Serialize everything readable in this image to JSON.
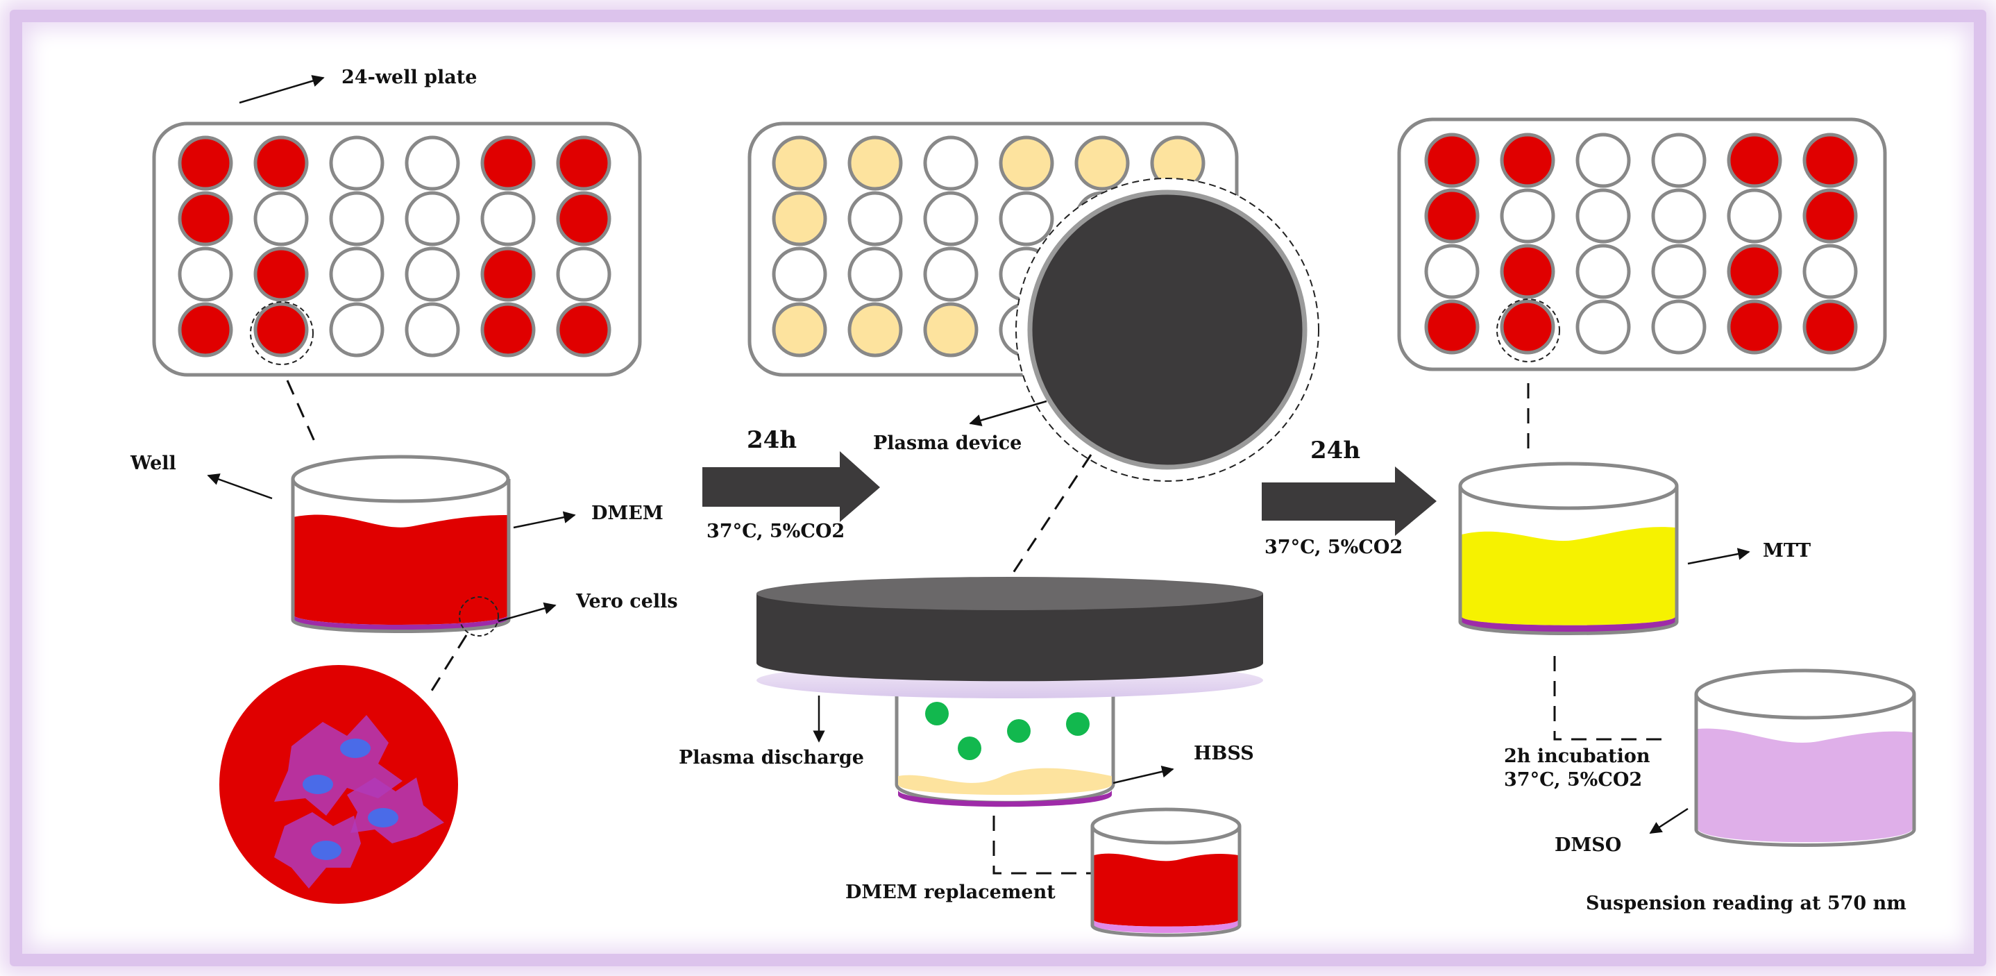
{
  "labels": {
    "plate": "24-well plate",
    "well": "Well",
    "dmem": "DMEM",
    "vero": "Vero cells",
    "time1": "24h",
    "cond1": "37°C, 5%CO2",
    "plasma_device": "Plasma device",
    "plasma_discharge": "Plasma discharge",
    "hbss": "HBSS",
    "dmem_replacement": "DMEM replacement",
    "time2": "24h",
    "cond2": "37°C, 5%CO2",
    "mtt": "MTT",
    "incubation": "2h incubation",
    "cond3": "37°C, 5%CO2",
    "dmso": "DMSO",
    "reading": "Suspension reading at 570 nm"
  },
  "colors": {
    "red": "#e00000",
    "purple": "#9e2ba8",
    "light_yellow": "#fde39e",
    "yellow": "#f6f200",
    "lavender": "#dfafe9",
    "device": "#3c3a3b",
    "green": "#12b84e",
    "outline": "#888888",
    "frame": "#dcc3ec"
  },
  "plates": {
    "plate1": [
      "R",
      "R",
      "W",
      "W",
      "R",
      "R",
      "R",
      "W",
      "W",
      "W",
      "W",
      "R",
      "W",
      "R",
      "W",
      "W",
      "R",
      "W",
      "R",
      "R",
      "W",
      "W",
      "R",
      "R"
    ],
    "plate2": [
      "Y",
      "Y",
      "W",
      "Y",
      "Y",
      "Y",
      "Y",
      "W",
      "W",
      "W",
      "W",
      "W",
      "W",
      "W",
      "W",
      "W",
      "W",
      "W",
      "Y",
      "Y",
      "Y",
      "W",
      "W",
      "W"
    ],
    "plate3": [
      "R",
      "R",
      "W",
      "W",
      "R",
      "R",
      "R",
      "W",
      "W",
      "W",
      "W",
      "R",
      "W",
      "R",
      "W",
      "W",
      "R",
      "W",
      "R",
      "R",
      "W",
      "W",
      "R",
      "R"
    ]
  }
}
